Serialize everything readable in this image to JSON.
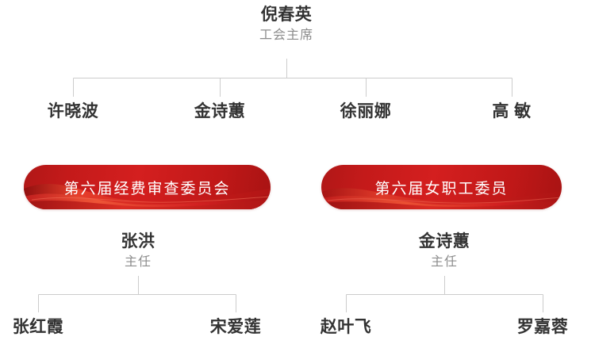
{
  "chart": {
    "type": "org-chart",
    "root": {
      "name": "倪春英",
      "title": "工会主席"
    },
    "vice_chairs": [
      {
        "name": "许晓波"
      },
      {
        "name": "金诗蕙"
      },
      {
        "name": "徐丽娜"
      },
      {
        "name": "高 敏"
      }
    ],
    "committees": [
      {
        "banner": "第六届经费审查委员会",
        "head": {
          "name": "张洪",
          "title": "主任"
        },
        "members": [
          {
            "name": "张红霞"
          },
          {
            "name": "宋爱莲"
          }
        ]
      },
      {
        "banner": "第六届女职工委员",
        "head": {
          "name": "金诗蕙",
          "title": "主任"
        },
        "members": [
          {
            "name": "赵叶飞"
          },
          {
            "name": "罗嘉蓉"
          }
        ]
      }
    ]
  },
  "colors": {
    "banner_red": "#c41a1a",
    "banner_red_dark": "#a81313",
    "banner_red_light": "#e03a2a",
    "name_text": "#333333",
    "title_text": "#8c8c8c",
    "connector_line": "#cccccc",
    "background": "#ffffff"
  }
}
